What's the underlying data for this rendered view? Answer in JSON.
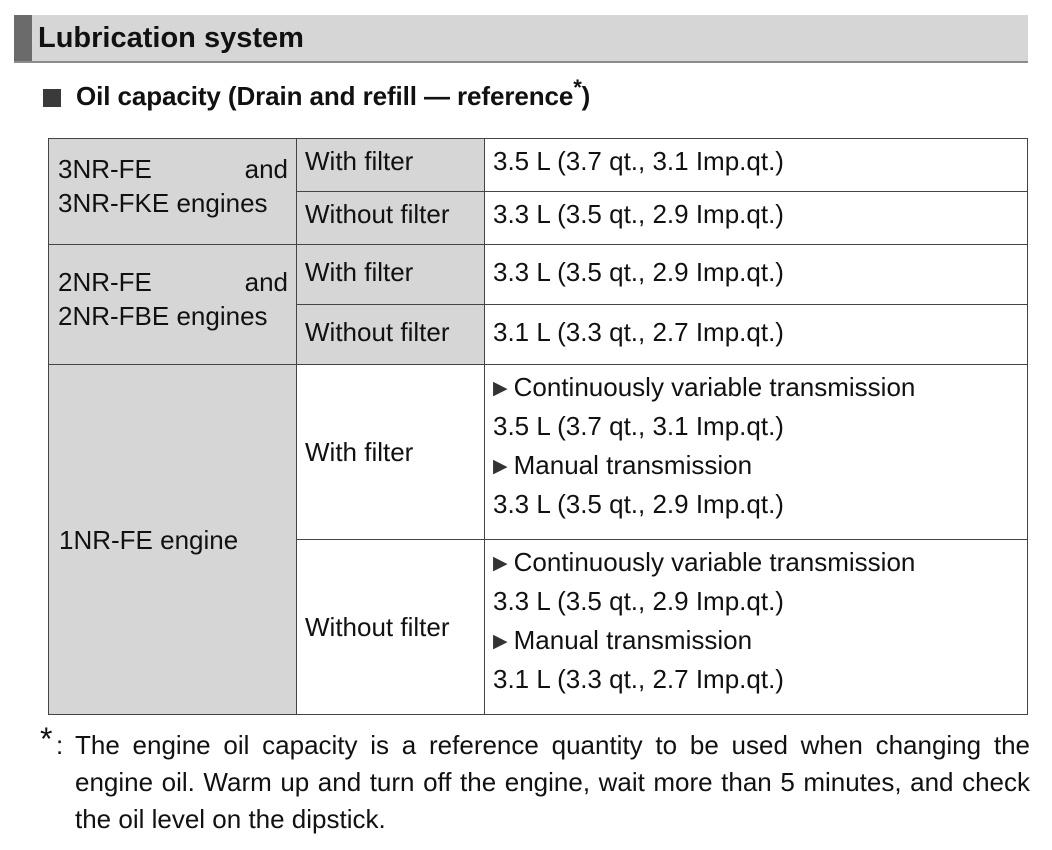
{
  "section": {
    "title": "Lubrication system"
  },
  "subheading": {
    "text": "Oil capacity (Drain and refill — reference",
    "footnote_mark": "*",
    "close": ")"
  },
  "table": {
    "rows": [
      {
        "engine_line1_left": "3NR-FE",
        "engine_line1_right": "and",
        "engine_line2": "3NR-FKE engines",
        "with_filter_label": "With filter",
        "with_filter_value": "3.5 L (3.7 qt., 3.1 Imp.qt.)",
        "without_filter_label": "Without filter",
        "without_filter_value": "3.3 L (3.5 qt., 2.9 Imp.qt.)"
      },
      {
        "engine_line1_left": "2NR-FE",
        "engine_line1_right": "and",
        "engine_line2": "2NR-FBE engines",
        "with_filter_label": "With filter",
        "with_filter_value": "3.3 L (3.5 qt., 2.9 Imp.qt.)",
        "without_filter_label": "Without filter",
        "without_filter_value": "3.1 L (3.3 qt., 2.7 Imp.qt.)"
      },
      {
        "engine": "1NR-FE engine",
        "with_filter_label": "With filter",
        "with_filter": {
          "cvt_label": "Continuously variable transmission",
          "cvt_value": "3.5 L (3.7 qt., 3.1 Imp.qt.)",
          "mt_label": "Manual transmission",
          "mt_value": "3.3 L (3.5 qt., 2.9 Imp.qt.)"
        },
        "without_filter_label": "Without filter",
        "without_filter": {
          "cvt_label": "Continuously variable transmission",
          "cvt_value": "3.3 L (3.5 qt., 2.9 Imp.qt.)",
          "mt_label": "Manual transmission",
          "mt_value": "3.1 L (3.3 qt., 2.7 Imp.qt.)"
        }
      }
    ],
    "bullet_icon": "triangle-right-icon"
  },
  "footnote": {
    "mark": "*",
    "separator": ":",
    "text": "The engine oil capacity is a reference quantity to be used when changing the engine oil. Warm up and turn off the engine, wait more than 5 minutes, and check the oil level on the dipstick."
  }
}
